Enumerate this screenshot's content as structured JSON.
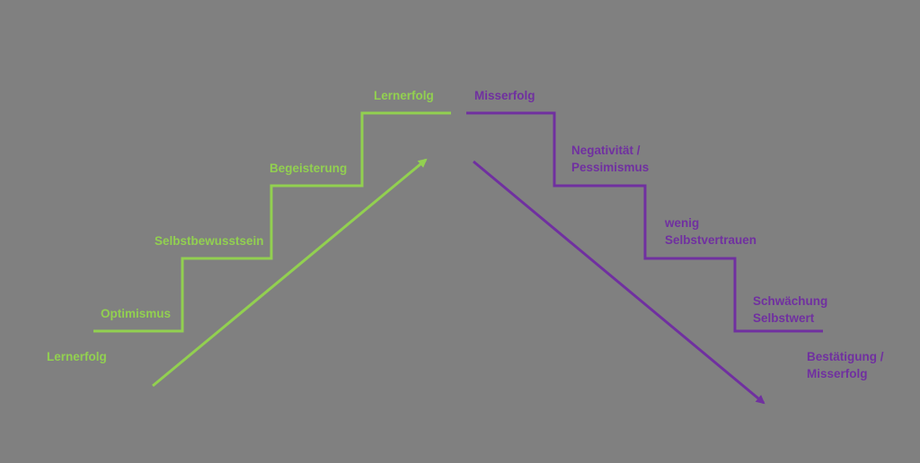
{
  "colors": {
    "success": "#92d050",
    "failure": "#7030a0",
    "background": "#808080"
  },
  "success_path": {
    "steps": [
      "Optimismus",
      "Selbstbewusstsein",
      "Begeisterung",
      "Lernerfolg"
    ],
    "start_label": "Lernerfolg"
  },
  "failure_path": {
    "steps": [
      "Misserfolg",
      "Negativität /",
      "Pessimismus",
      "wenig",
      "Selbstvertrauen",
      "Schwächung",
      "Selbstwert"
    ],
    "end_label_1": "Bestätigung /",
    "end_label_2": "Misserfolg"
  }
}
